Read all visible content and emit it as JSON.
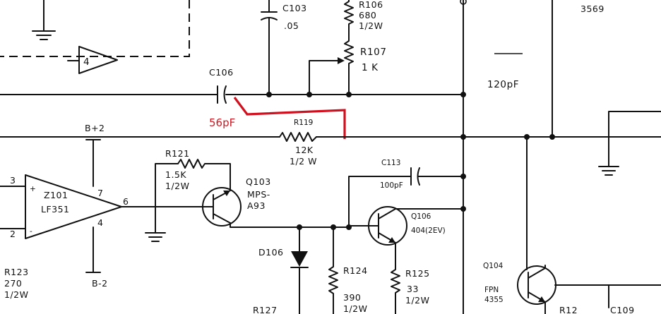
{
  "labels": {
    "c103_ref": "C103",
    "c103_val": ".05",
    "r106_ref": "R106",
    "r106_val": "680",
    "r106_pwr": "1/2W",
    "r107_ref": "R107",
    "r107_val": "1 K",
    "top_right": "3569",
    "buffer_num": "4",
    "c106_ref": "C106",
    "cap_120": "120pF",
    "added_cap": "56pF",
    "r119_ref": "R119",
    "r119_val": "12K",
    "r119_pwr": "1/2 W",
    "b_plus": "B+2",
    "b_minus": "B-2",
    "u101_ref": "Z101",
    "u101_part": "LF351",
    "pin3": "3",
    "pin2": "2",
    "pin7": "7",
    "pin6": "6",
    "pin4": "4",
    "plus_sign": "+",
    "minus_sign": "-",
    "r121_ref": "R121",
    "r121_val": "1.5K",
    "r121_pwr": "1/2W",
    "q103_ref": "Q103",
    "q103_p1": "MPS-",
    "q103_p2": "A93",
    "c113_ref": "C113",
    "c113_val": "100pF",
    "q106_ref": "Q106",
    "q106_part": "404(2EV)",
    "d106_ref": "D106",
    "r124_ref": "R124",
    "r124_val": "390",
    "r124_pwr": "1/2W",
    "r125b_ref": "R125",
    "r125b_val": "33",
    "r125b_pwr": "1/2W",
    "r123_ref": "R123",
    "r123_val": "270",
    "r123_pwr": "1/2W",
    "q104_ref": "Q104",
    "q104_p1": "FPN",
    "q104_p2": "4355",
    "bottom_r": "R127",
    "bottom_r2": "R12",
    "bottom_c": "C109"
  },
  "colors": {
    "ink": "#111111",
    "modification": "#d0101e"
  }
}
